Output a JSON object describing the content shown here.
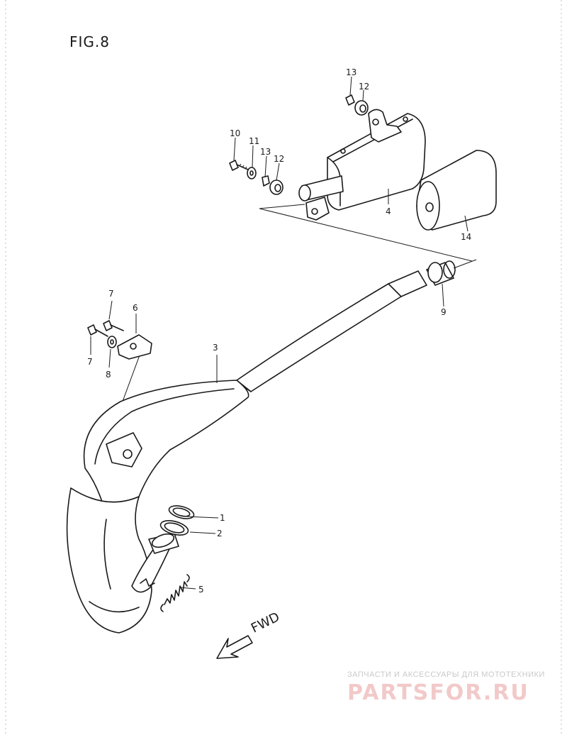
{
  "figure": {
    "title": "FIG.8"
  },
  "direction": {
    "label": "FWD"
  },
  "callouts": [
    {
      "id": "c1",
      "text": "1"
    },
    {
      "id": "c2",
      "text": "2"
    },
    {
      "id": "c3",
      "text": "3"
    },
    {
      "id": "c4",
      "text": "4"
    },
    {
      "id": "c5",
      "text": "5"
    },
    {
      "id": "c6",
      "text": "6"
    },
    {
      "id": "c7a",
      "text": "7"
    },
    {
      "id": "c7b",
      "text": "7"
    },
    {
      "id": "c8",
      "text": "8"
    },
    {
      "id": "c9",
      "text": "9"
    },
    {
      "id": "c10",
      "text": "10"
    },
    {
      "id": "c11",
      "text": "11"
    },
    {
      "id": "c12a",
      "text": "12"
    },
    {
      "id": "c12b",
      "text": "12"
    },
    {
      "id": "c13a",
      "text": "13"
    },
    {
      "id": "c13b",
      "text": "13"
    },
    {
      "id": "c14",
      "text": "14"
    }
  ],
  "watermark": {
    "subtitle": "ЗАПЧАСТИ И АКСЕССУАРЫ ДЛЯ МОТОТЕХНИКИ",
    "brand": "PARTSFOR.RU"
  },
  "colors": {
    "ink": "#1a1a1a",
    "watermark": "#f2c9c9",
    "background": "#ffffff"
  }
}
